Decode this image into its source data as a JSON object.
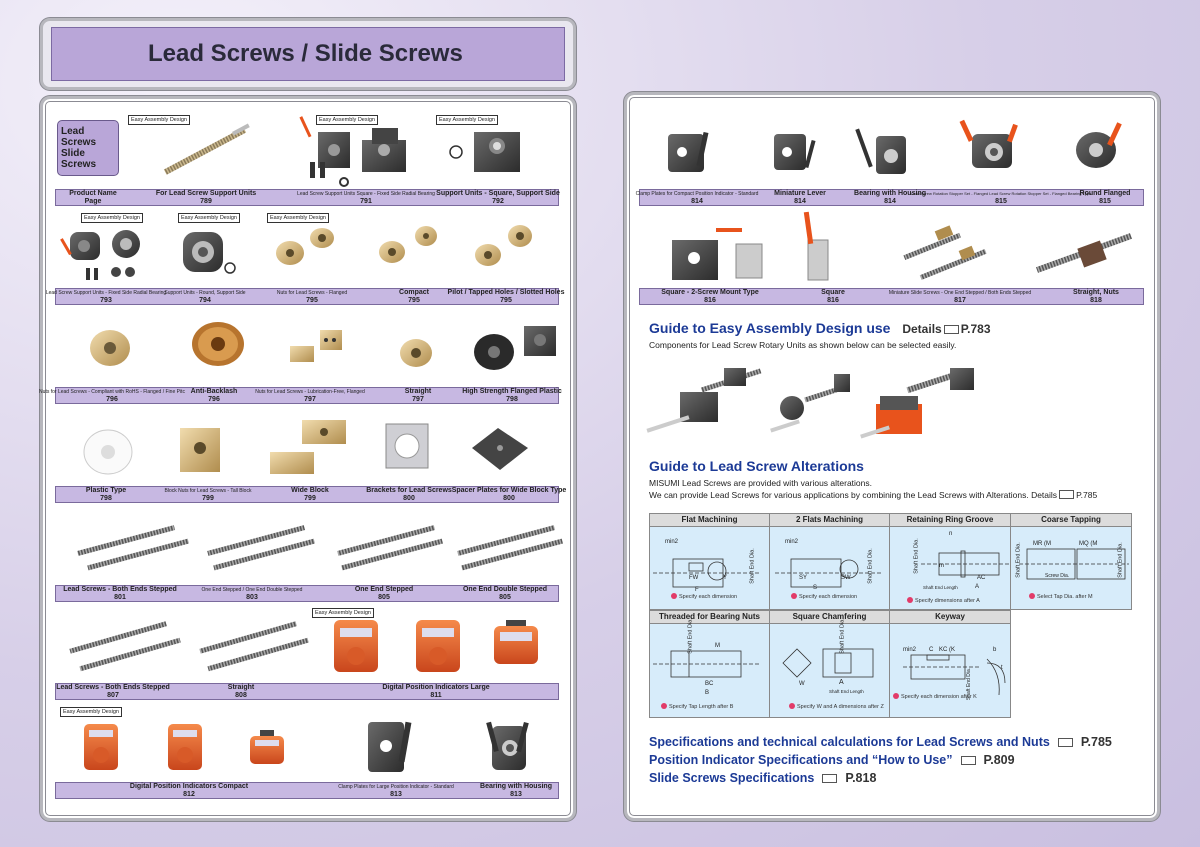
{
  "page_title": "Lead Screws / Slide Screws",
  "badge": {
    "line1": "Lead Screws",
    "line2": "Slide Screws"
  },
  "easy_label": "Easy Assembly Design",
  "left": {
    "row1": {
      "items": [
        {
          "name": "Product Name",
          "page": "Page",
          "small": false
        },
        {
          "name": "For Lead Screw Support Units",
          "page": "789",
          "small": false
        },
        {
          "name": "Lead Screw Support Units Square - Fixed Side Radial Bearing",
          "page": "791",
          "small": true
        },
        {
          "name": "Support Units - Square, Support Side",
          "page": "792",
          "small": false
        }
      ]
    },
    "row2": {
      "items": [
        {
          "name": "Lead Screw Support Units - Fixed Side Radial Bearing",
          "page": "793",
          "small": true
        },
        {
          "name": "Support Units - Round, Support Side",
          "page": "794",
          "small": true
        },
        {
          "name": "Nuts for Lead Screws - Flanged",
          "page": "795",
          "small": true
        },
        {
          "name": "Compact",
          "page": "795",
          "small": false
        },
        {
          "name": "Pilot / Tapped Holes / Slotted Holes",
          "page": "795",
          "small": false
        }
      ]
    },
    "row3": {
      "items": [
        {
          "name": "Nuts for Lead Screws - Compliant with RoHS - Flanged / Fine Pitc",
          "page": "796",
          "small": true
        },
        {
          "name": "Anti-Backlash",
          "page": "796",
          "small": false
        },
        {
          "name": "Nuts for Lead Screws - Lubrication-Free, Flanged",
          "page": "797",
          "small": true
        },
        {
          "name": "Straight",
          "page": "797",
          "small": false
        },
        {
          "name": "High Strength Flanged Plastic",
          "page": "798",
          "small": false
        }
      ]
    },
    "row4": {
      "items": [
        {
          "name": "Plastic Type",
          "page": "798",
          "small": false
        },
        {
          "name": "Block Nuts for Lead Screws - Tall Block",
          "page": "799",
          "small": true
        },
        {
          "name": "Wide Block",
          "page": "799",
          "small": false
        },
        {
          "name": "Brackets for Lead Screws",
          "page": "800",
          "small": false
        },
        {
          "name": "Spacer Plates for Wide Block Type",
          "page": "800",
          "small": false
        }
      ]
    },
    "row5": {
      "items": [
        {
          "name": "Lead Screws - Both Ends Stepped",
          "page": "801",
          "small": false
        },
        {
          "name": "One End Stepped / One End Double Stepped",
          "page": "803",
          "small": true
        },
        {
          "name": "One End Stepped",
          "page": "805",
          "small": false
        },
        {
          "name": "One End Double Stepped",
          "page": "805",
          "small": false
        }
      ]
    },
    "row6": {
      "items": [
        {
          "name": "Lead Screws - Both Ends Stepped",
          "page": "807",
          "small": false
        },
        {
          "name": "Straight",
          "page": "808",
          "small": false
        },
        {
          "name": "Digital Position Indicators Large",
          "page": "811",
          "small": false
        }
      ]
    },
    "row7": {
      "items": [
        {
          "name": "Digital Position Indicators Compact",
          "page": "812",
          "small": false
        },
        {
          "name": "Clamp Plates for Large Position Indicator - Standard",
          "page": "813",
          "small": true
        },
        {
          "name": "Bearing with Housing",
          "page": "813",
          "small": false
        }
      ]
    }
  },
  "right": {
    "row1": {
      "items": [
        {
          "name": "Clamp Plates for Compact Position Indicator - Standard",
          "page": "814",
          "small": true
        },
        {
          "name": "Miniature Lever",
          "page": "814",
          "small": false
        },
        {
          "name": "Bearing with Housing",
          "page": "814",
          "small": false
        },
        {
          "name": "Lead Screw Rotation Stopper Set - Flanged Lead Screw Rotation Stopper Set - Flanged Bearing Type",
          "page": "815",
          "small": true
        },
        {
          "name": "Round Flanged",
          "page": "815",
          "small": false
        }
      ]
    },
    "row2": {
      "items": [
        {
          "name": "Square - 2-Screw Mount Type",
          "page": "816",
          "small": false
        },
        {
          "name": "Square",
          "page": "816",
          "small": false
        },
        {
          "name": "Miniature Slide Screws - One End Stepped / Both Ends Stepped",
          "page": "817",
          "small": true
        },
        {
          "name": "Straight, Nuts",
          "page": "818",
          "small": false
        }
      ]
    },
    "guide1": {
      "title": "Guide to Easy Assembly Design use",
      "details": "Details",
      "page": "P.783",
      "text": "Components for Lead Screw Rotary Units as shown below can be selected easily."
    },
    "guide2": {
      "title": "Guide to Lead Screw Alterations",
      "text1": "MISUMI Lead Screws are provided with various alterations.",
      "text2": "We can provide Lead Screws for various applications by combining the Lead Screws with Alterations. Details",
      "page": "P.785"
    },
    "alterations": [
      {
        "title": "Flat Machining",
        "note": "Specify each dimension",
        "labels": [
          "min2",
          "FW",
          "F",
          "Y",
          "Shaft End Dia."
        ]
      },
      {
        "title": "2 Flats Machining",
        "note": "Specify each dimension",
        "labels": [
          "min2",
          "SY",
          "S",
          "SW",
          "Shaft End Dia."
        ]
      },
      {
        "title": "Retaining Ring Groove",
        "note": "Specify dimensions after A",
        "labels": [
          "n",
          "m",
          "Shaft End Dia.",
          "AC",
          "A",
          "Shaft End Length"
        ]
      },
      {
        "title": "Coarse Tapping",
        "note": "Select Tap Dia. after M",
        "labels": [
          "MR (M",
          "MQ (M",
          "Shaft End Dia.",
          "Screw Dia.",
          "Shaft End Dia."
        ]
      },
      {
        "title": "Threaded for Bearing Nuts",
        "note": "Specify Tap Length after B",
        "labels": [
          "Shaft End Dia.",
          "M",
          "BC",
          "B"
        ]
      },
      {
        "title": "Square Chamfering",
        "note": "Specify W and A dimensions after Z",
        "labels": [
          "Shaft End Dia.",
          "W",
          "A",
          "Shaft End Length"
        ]
      },
      {
        "title": "Keyway",
        "note": "Specify each dimension after K",
        "labels": [
          "min2",
          "C",
          "KC (K",
          "Shaft End Dia.",
          "b",
          "t"
        ]
      }
    ],
    "specs": [
      {
        "text": "Specifications and technical calculations for Lead Screws and Nuts",
        "page": "P.785"
      },
      {
        "text": "Position Indicator Specifications and “How to Use”",
        "page": "P.809"
      },
      {
        "text": "Slide Screws Specifications",
        "page": "P.818"
      }
    ]
  },
  "colors": {
    "band": "#c7b8e2",
    "title_bar": "#b9a6d8",
    "accent_blue": "#1c3a96",
    "orange": "#e8531c",
    "cell_blue": "#d7ecfa"
  },
  "icons": [
    "lead-screw-icon",
    "support-unit-icon",
    "nut-icon",
    "position-indicator-icon",
    "clamp-plate-icon",
    "bearing-housing-icon",
    "book-ref-icon",
    "note-dot-icon"
  ]
}
